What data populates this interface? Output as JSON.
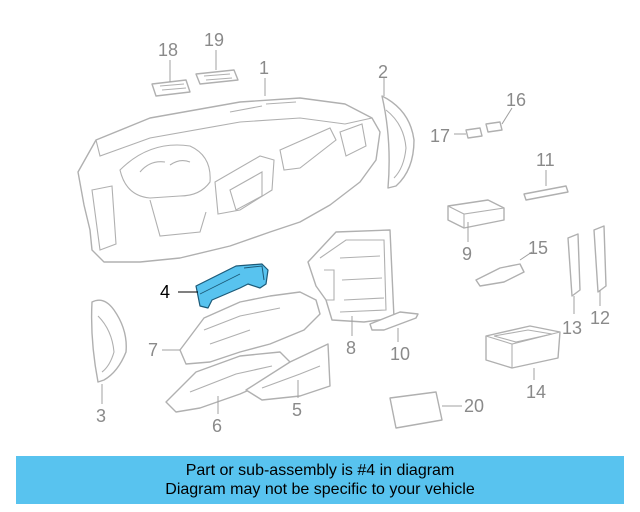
{
  "colors": {
    "highlight_fill": "#58c3ef",
    "banner_bg": "#58c3ef",
    "part_line": "#b0b0b0",
    "label": "#8a8a8a"
  },
  "callouts": [
    "1",
    "2",
    "3",
    "4",
    "5",
    "6",
    "7",
    "8",
    "9",
    "11",
    "12",
    "13",
    "14",
    "15",
    "16",
    "17",
    "18",
    "19",
    "20"
  ],
  "highlighted_part": "4",
  "banner": {
    "line1": "Part or sub-assembly is #4 in diagram",
    "line2": "Diagram may not be specific to your vehicle"
  }
}
